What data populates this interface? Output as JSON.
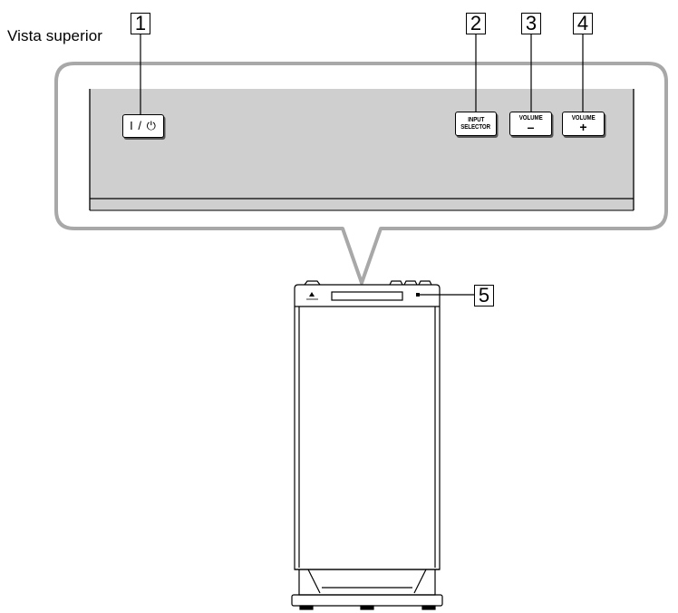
{
  "view_label": "Vista superior",
  "callouts": [
    "1",
    "2",
    "3",
    "4",
    "5"
  ],
  "buttons": {
    "power": {
      "label": "I / ⏻",
      "icon": "power-icon"
    },
    "input_selector": {
      "line1": "INPUT",
      "line2": "SELECTOR"
    },
    "volume_down": {
      "line1": "VOLUME",
      "line2": "–"
    },
    "volume_up": {
      "line1": "VOLUME",
      "line2": "+"
    }
  },
  "colors": {
    "panel_gray": "#cfcfcf",
    "outline": "#000000",
    "callout_frame": "#9a9a9a"
  }
}
